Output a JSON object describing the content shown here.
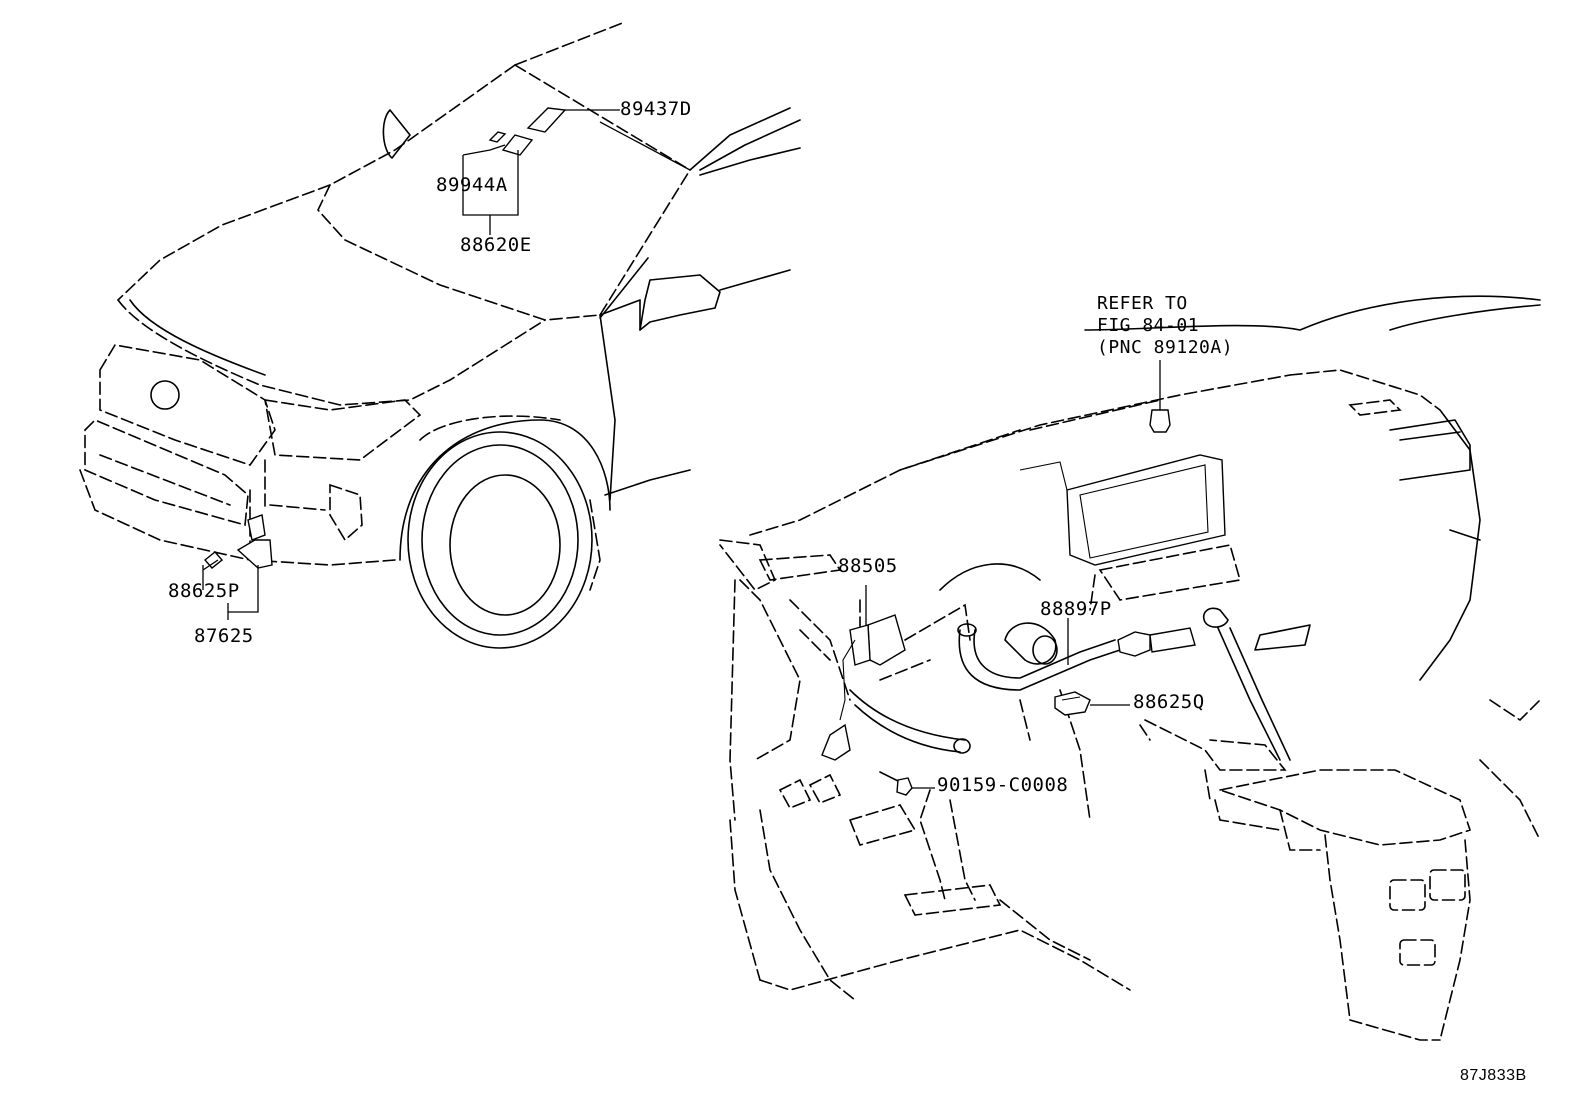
{
  "parts": {
    "p89437D": "89437D",
    "p89944A": "89944A",
    "p88620E": "88620E",
    "p88625P": "88625P",
    "p87625": "87625",
    "p88505": "88505",
    "p88897P": "88897P",
    "p88625Q": "88625Q",
    "p90159": "90159-C0008"
  },
  "refer_note": {
    "line1": "REFER TO",
    "line2": "FIG 84-01",
    "line3": "(PNC 89120A)"
  },
  "illustration_code": "87J833B"
}
